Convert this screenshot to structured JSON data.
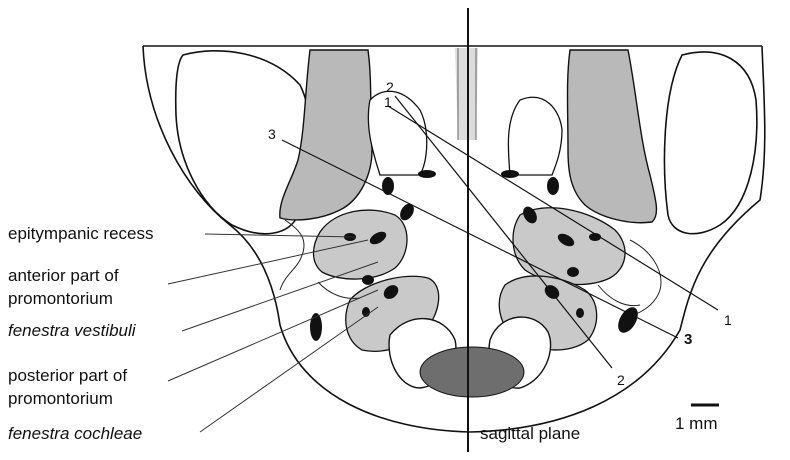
{
  "labels": {
    "epitympanic_recess": "epitympanic recess",
    "anterior_promontorium_line1": "anterior part of",
    "anterior_promontorium_line2": "promontorium",
    "fenestra_vestibuli": "fenestra vestibuli",
    "posterior_promontorium_line1": "posterior part of",
    "posterior_promontorium_line2": "promontorium",
    "fenestra_cochleae": "fenestra cochleae",
    "sagittal_plane": "sagittal plane",
    "scale_bar": "1 mm"
  },
  "section_numbers": {
    "top_1": "1",
    "top_2": "2",
    "top_3": "3",
    "bottom_1": "1",
    "bottom_2": "2",
    "bottom_3": "3"
  },
  "colors": {
    "bone_gray": "#b9b9b9",
    "light_gray": "#c9c9c9",
    "dark_gray": "#6e6e6e",
    "outline": "#111111",
    "window_black": "#111111"
  }
}
